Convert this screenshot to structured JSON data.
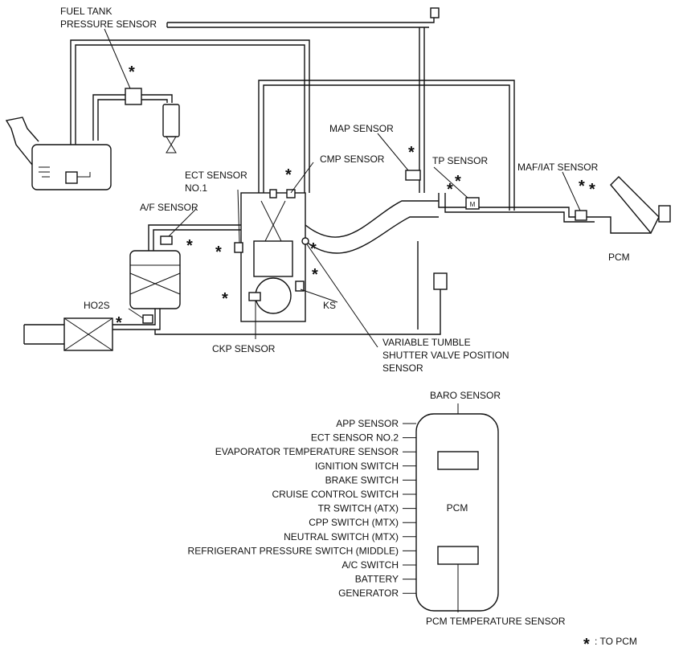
{
  "upper_labels": {
    "fuel_tank_pressure_sensor_1": "FUEL TANK",
    "fuel_tank_pressure_sensor_2": "PRESSURE SENSOR",
    "map_sensor": "MAP SENSOR",
    "cmp_sensor": "CMP SENSOR",
    "tp_sensor": "TP SENSOR",
    "maf_iat_sensor": "MAF/IAT SENSOR",
    "ect_sensor_1a": "ECT SENSOR",
    "ect_sensor_1b": "NO.1",
    "af_sensor": "A/F SENSOR",
    "pcm": "PCM",
    "ho2s": "HO2S",
    "ks": "KS",
    "ckp_sensor": "CKP SENSOR",
    "vts_1": "VARIABLE TUMBLE",
    "vts_2": "SHUTTER VALVE POSITION",
    "vts_3": "SENSOR",
    "tp_mark": "M"
  },
  "asterisk": "*",
  "lower": {
    "baro_sensor": "BARO SENSOR",
    "pcm": "PCM",
    "pcm_temperature_sensor": "PCM TEMPERATURE SENSOR",
    "inputs": [
      "APP SENSOR",
      "ECT SENSOR NO.2",
      "EVAPORATOR TEMPERATURE SENSOR",
      "IGNITION SWITCH",
      "BRAKE SWITCH",
      "CRUISE CONTROL SWITCH",
      "TR SWITCH (ATX)",
      "CPP SWITCH (MTX)",
      "NEUTRAL SWITCH (MTX)",
      "REFRIGERANT PRESSURE SWITCH (MIDDLE)",
      "A/C SWITCH",
      "BATTERY",
      "GENERATOR"
    ]
  },
  "legend": ": TO PCM"
}
